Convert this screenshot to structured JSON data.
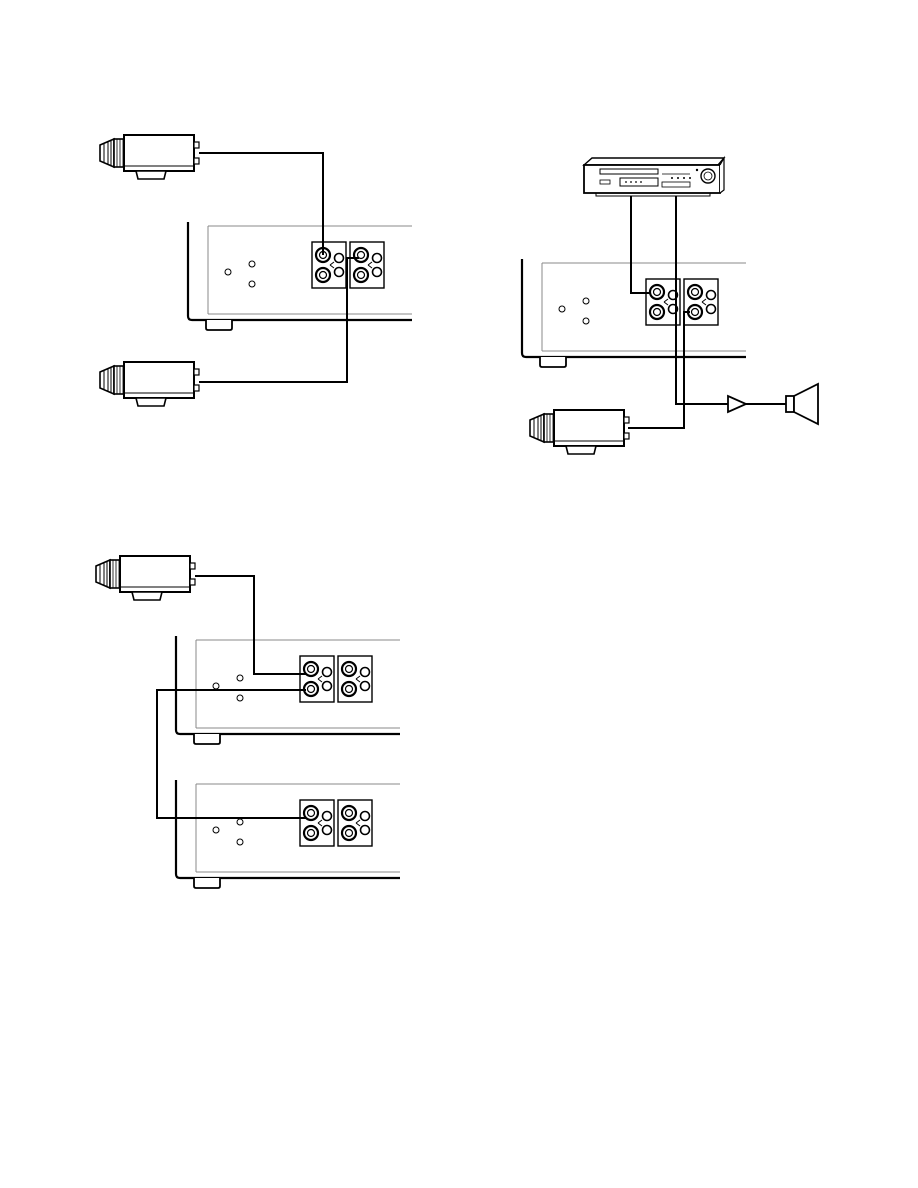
{
  "page": {
    "background": "#ffffff",
    "line_color": "#000000"
  },
  "diagrams": [
    {
      "id": "two-cameras-one-unit",
      "devices": [
        "camera",
        "camera",
        "rear-panel-unit"
      ]
    },
    {
      "id": "vcr-camera-speaker",
      "devices": [
        "vcr",
        "rear-panel-unit",
        "camera",
        "amplifier",
        "speaker"
      ]
    },
    {
      "id": "camera-two-units",
      "devices": [
        "camera",
        "rear-panel-unit",
        "rear-panel-unit"
      ]
    }
  ]
}
